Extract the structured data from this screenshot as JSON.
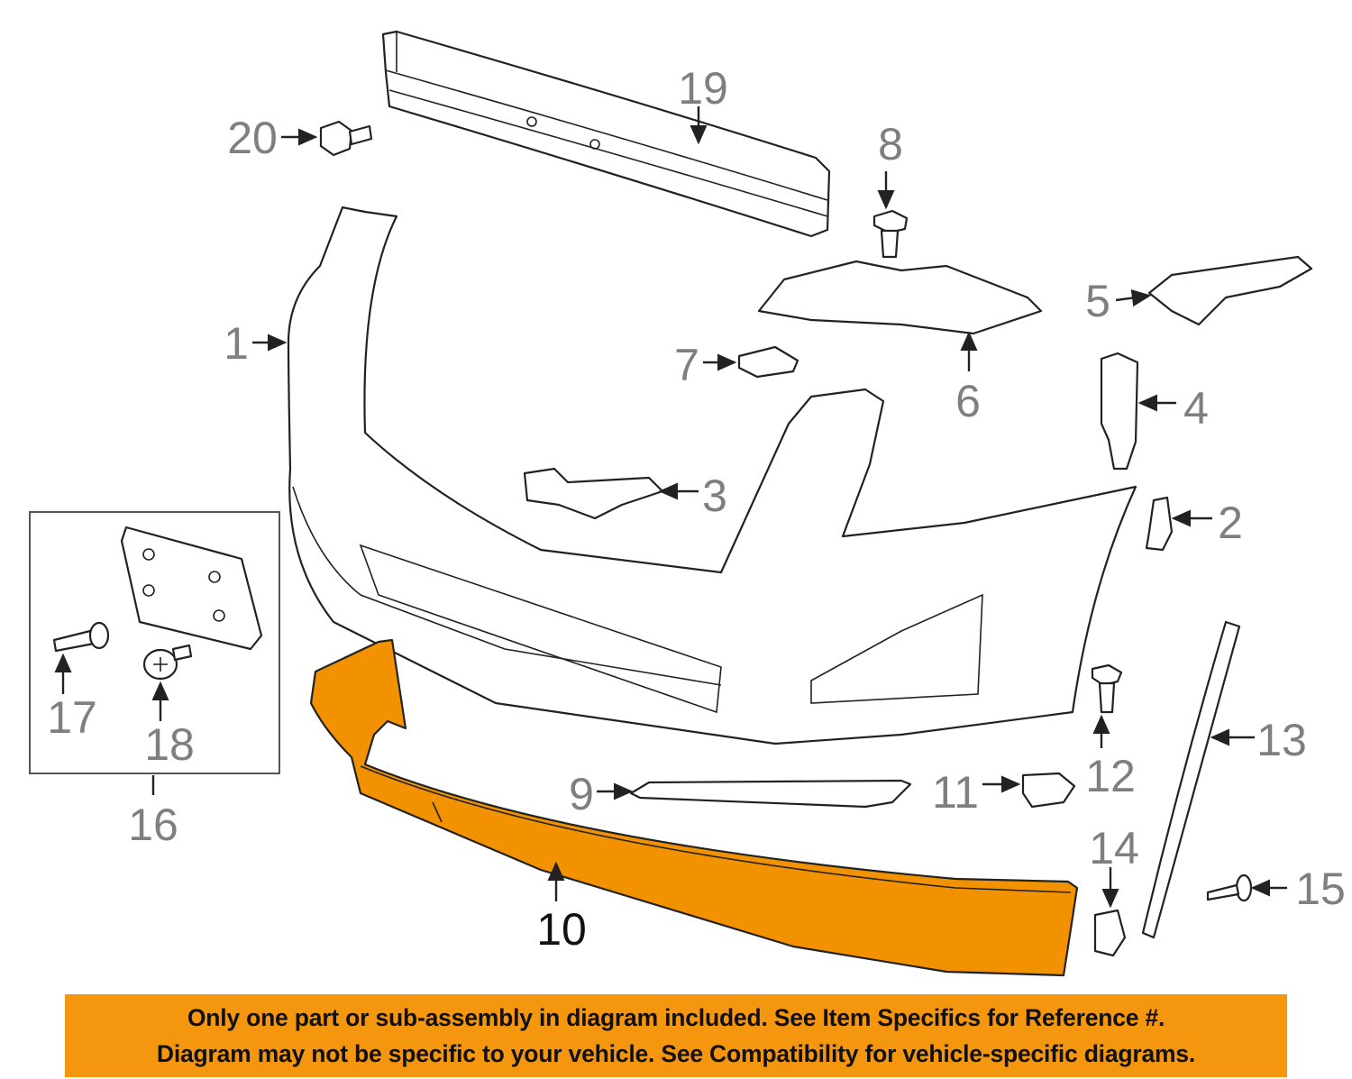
{
  "diagram": {
    "highlight_color": "#f39200",
    "highlighted_part": "10",
    "callouts": {
      "c1": "1",
      "c2": "2",
      "c3": "3",
      "c4": "4",
      "c5": "5",
      "c6": "6",
      "c7": "7",
      "c8": "8",
      "c9": "9",
      "c10": "10",
      "c11": "11",
      "c12": "12",
      "c13": "13",
      "c14": "14",
      "c15": "15",
      "c16": "16",
      "c17": "17",
      "c18": "18",
      "c19": "19",
      "c20": "20"
    }
  },
  "banner": {
    "color": "#f5960f",
    "line1": "Only one part or sub-assembly in diagram included. See Item Specifics for Reference #.",
    "line2": "Diagram may not be specific to your vehicle. See Compatibility for vehicle-specific diagrams."
  }
}
